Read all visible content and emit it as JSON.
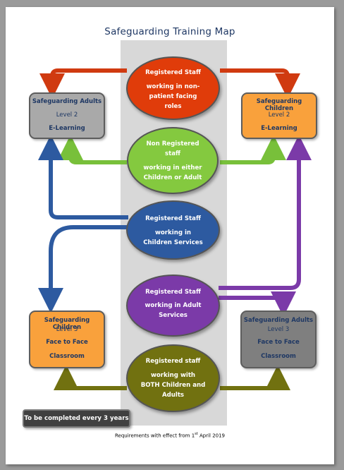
{
  "title": "Safeguarding Training Map",
  "boxes": {
    "adults_l2": {
      "name": "Safeguarding Adults",
      "level": "Level 2",
      "mode": "E-Learning",
      "fill": "#a9a9a9",
      "text_color": "#1f3864"
    },
    "children_l2": {
      "name": "Safeguarding Children",
      "level": "Level 2",
      "mode": "E-Learning",
      "fill": "#f9a13c",
      "text_color": "#1f3864"
    },
    "children_l3": {
      "name": "Safeguarding Children",
      "level": "Level 3",
      "mode": "Face to Face",
      "mode2": "Classroom",
      "fill": "#f9a13c",
      "text_color": "#1f3864"
    },
    "adults_l3": {
      "name": "Safeguarding Adults",
      "level": "Level 3",
      "mode": "Face to Face",
      "mode2": "Classroom",
      "fill": "#7f7f7f",
      "text_color": "#1f3864"
    }
  },
  "staff_groups": {
    "non_patient": {
      "line1": "Registered Staff",
      "line2": "working in non-",
      "line3": "patient facing",
      "line4": "roles",
      "fill": "#e03c0a"
    },
    "non_registered": {
      "line1": "Non Registered",
      "line2": "staff",
      "line3": "working in either",
      "line4": "Children or Adult",
      "fill": "#84c93f"
    },
    "children_services": {
      "line1": "Registered Staff",
      "line2": "working in",
      "line3": "Children Services",
      "fill": "#2d5aa0"
    },
    "adult_services": {
      "line1": "Registered Staff",
      "line2": "working in Adult",
      "line3": "Services",
      "fill": "#7b3aa8"
    },
    "both": {
      "line1": "Registered staff",
      "line2": "working with",
      "line3": "BOTH Children and",
      "line4": "Adults",
      "fill": "#717110"
    }
  },
  "note": "To be completed every 3 years",
  "footer": {
    "text": "Requirements with effect from 1",
    "sup": "st",
    "text2": " April 2019"
  }
}
